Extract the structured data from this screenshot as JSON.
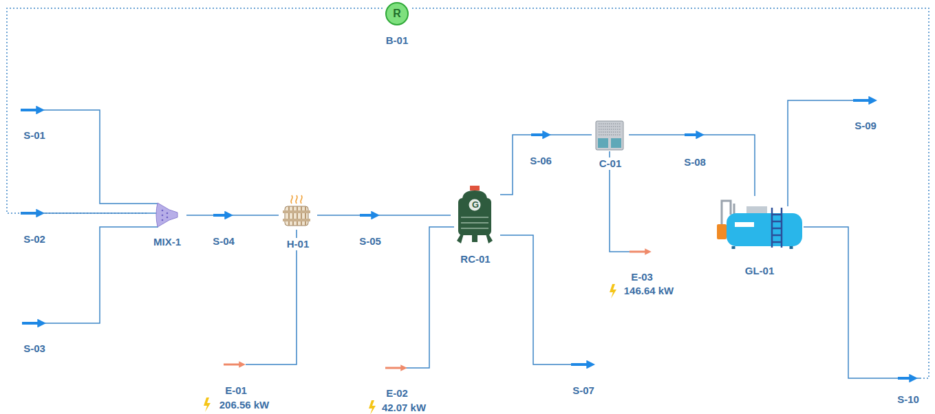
{
  "diagram": {
    "nodes": [
      {
        "text": [
          "MIX-1"
        ]
      },
      {
        "text": [
          "H-01"
        ]
      },
      {
        "text": [
          "G",
          "RC-01"
        ]
      },
      {
        "text": [
          "C-01"
        ]
      },
      {
        "text": [
          "GL-01"
        ]
      },
      {
        "text": [
          "R",
          "B-01"
        ]
      }
    ],
    "edges": [
      {
        "from": 0,
        "to": 1,
        "label": "S-04",
        "arrow": "to"
      },
      {
        "from": 1,
        "to": 2,
        "label": "S-05",
        "arrow": "to"
      },
      {
        "from": 2,
        "to": 3,
        "label": "S-06",
        "arrow": "to"
      },
      {
        "from": 3,
        "to": 4,
        "label": "S-08",
        "arrow": "to"
      },
      {
        "from": 4,
        "to": 5,
        "label": "S-10",
        "arrow": "to"
      },
      {
        "from": 5,
        "to": 0,
        "arrow": "none"
      }
    ],
    "labels": [
      "S-01",
      "S-02",
      "S-03",
      "S-07",
      "S-09",
      "E-01",
      "206.56 kW",
      "E-02",
      "42.07 kW",
      "E-03",
      "146.64 kW"
    ]
  }
}
